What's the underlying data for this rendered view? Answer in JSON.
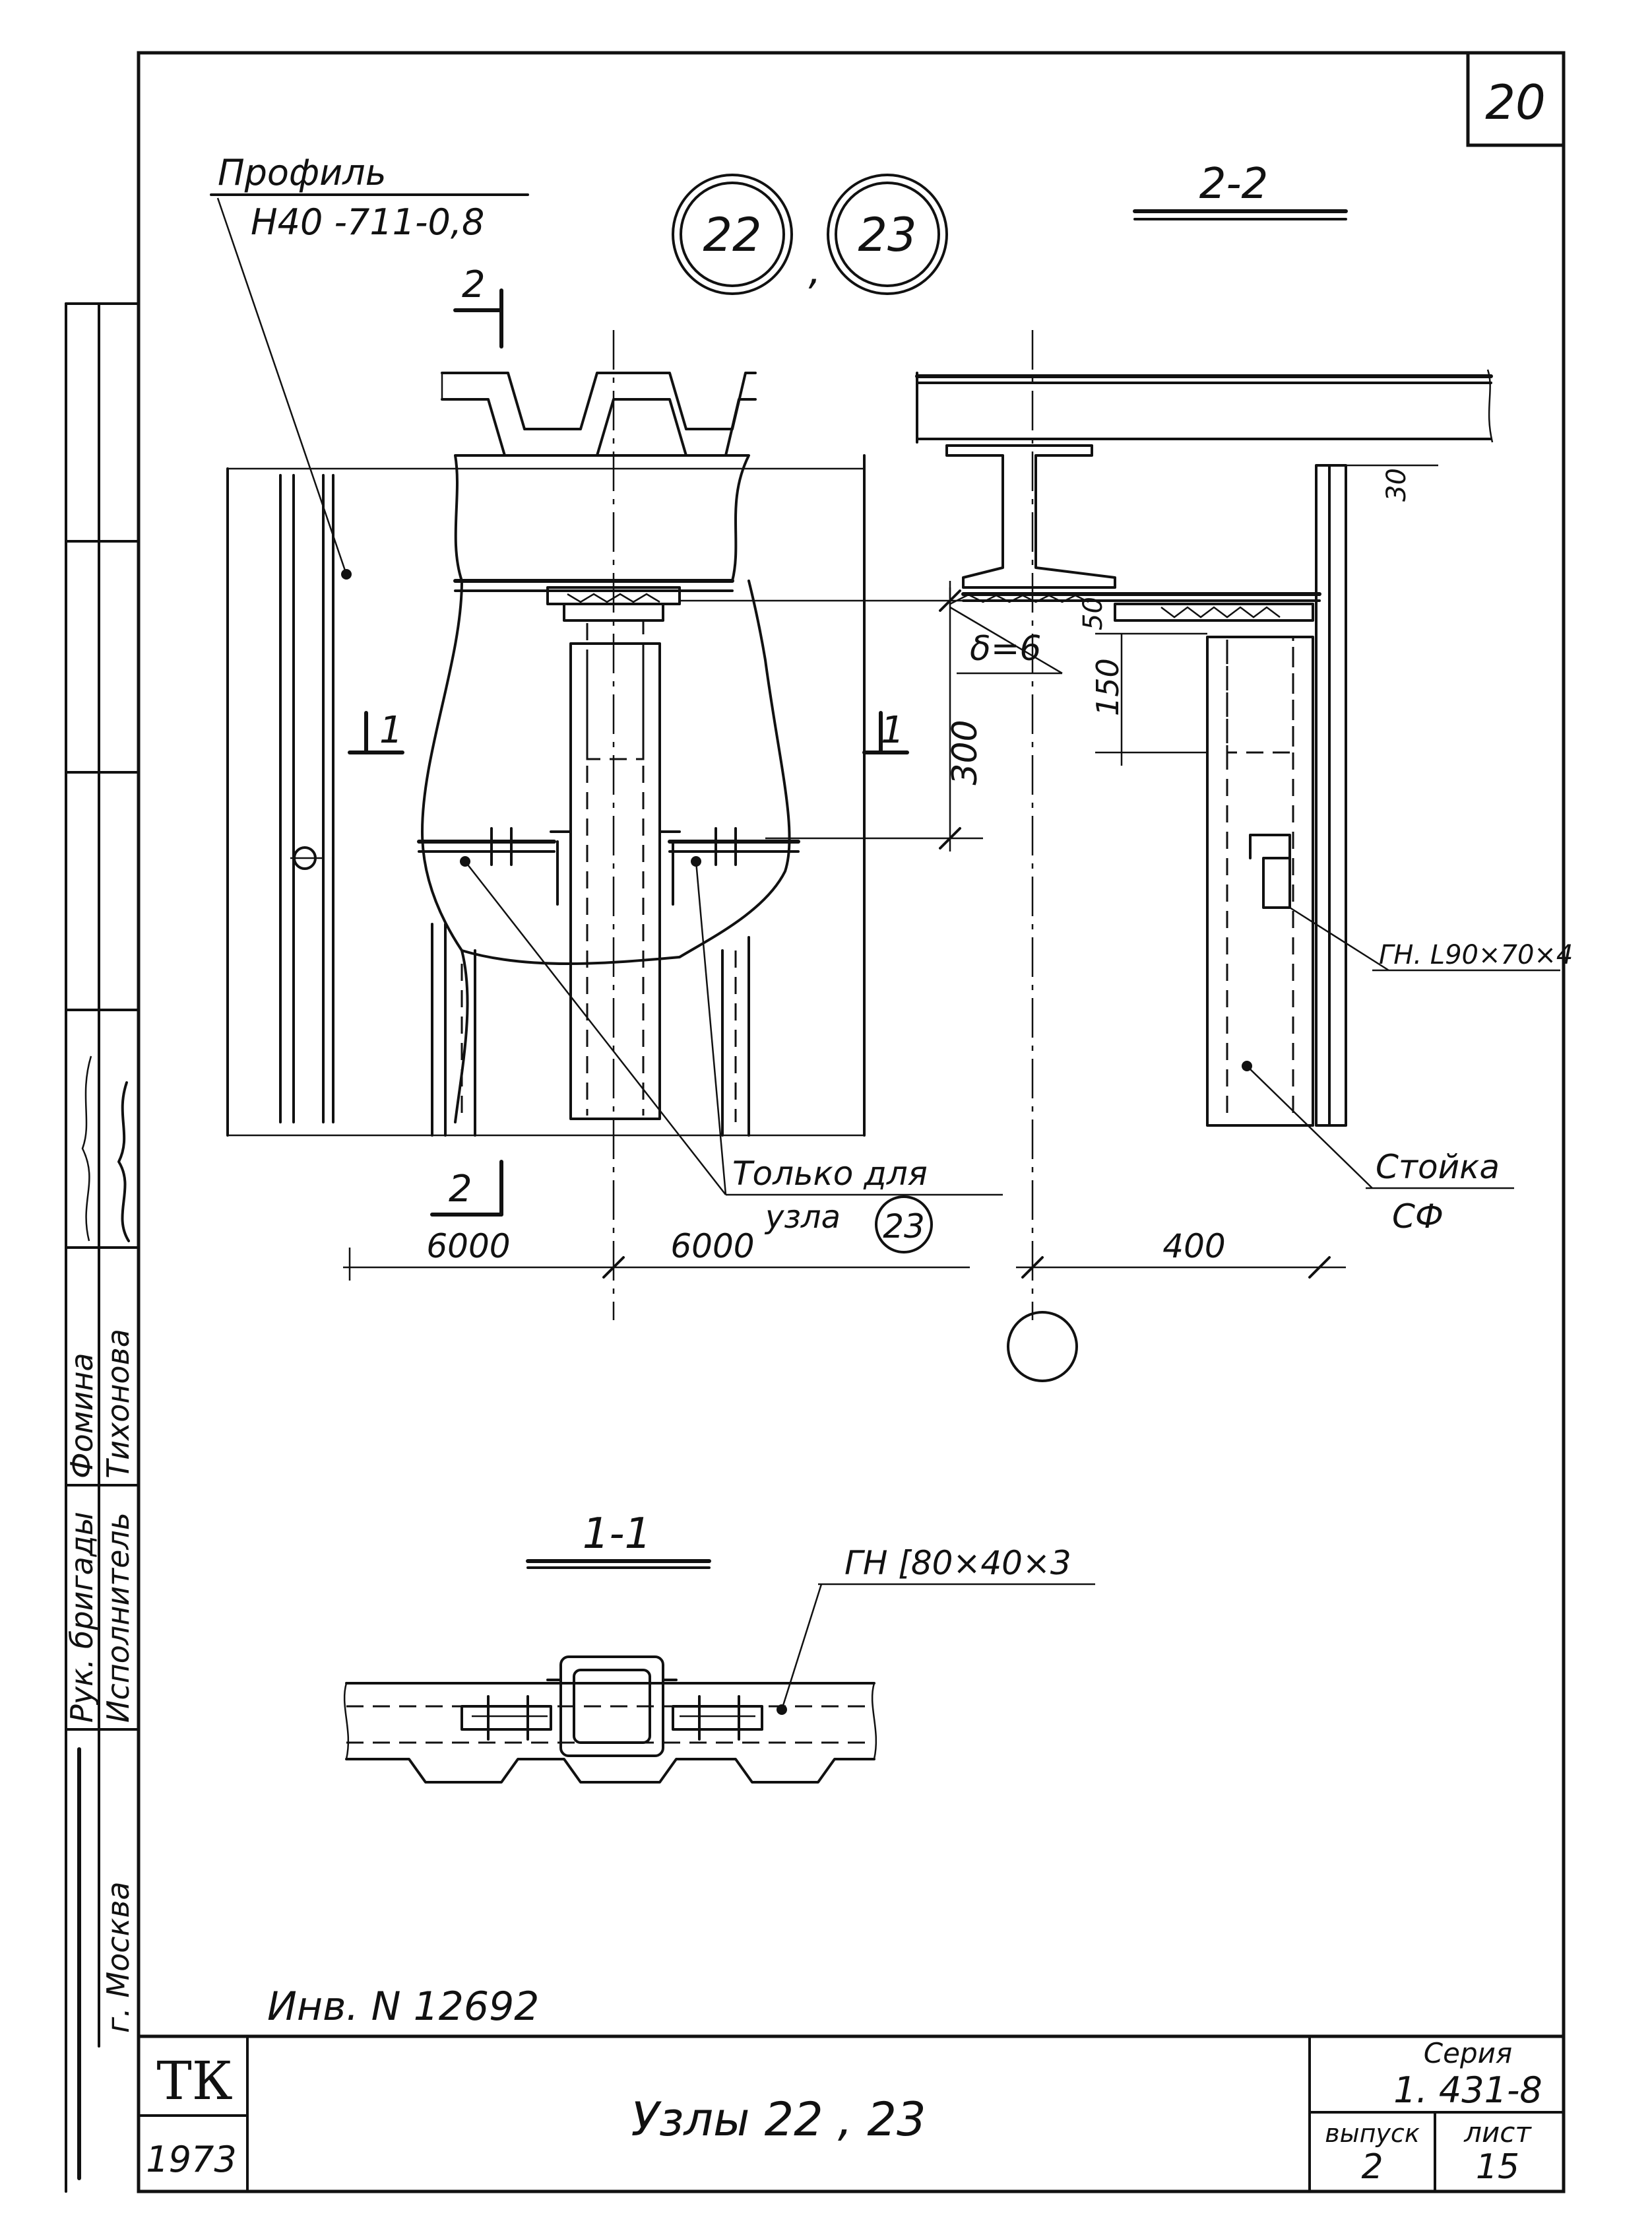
{
  "sheet_number": "20",
  "node_marks": [
    "22",
    "23"
  ],
  "node_separator": ",",
  "section_2_2_title": "2-2",
  "section_1_1_title": "1-1",
  "profile_label_line1": "Профиль",
  "profile_label_line2": "Н40 -711-0,8",
  "cut_mark_2": "2",
  "cut_mark_1": "1",
  "dim_300": "300",
  "dim_6000_left": "6000",
  "dim_6000_right": "6000",
  "dim_400": "400",
  "dim_150": "150",
  "dim_50": "50",
  "dim_30": "30",
  "plate_thickness": "δ=6",
  "bent_angle_label": "ГН. L90×70×4",
  "post_label_line1": "Стойка",
  "post_label_line2": "СФ",
  "only_for_node_line1": "Только для",
  "only_for_node_line2": "узла",
  "only_for_node_ref": "23",
  "channel_label": "ГН [80×40×3",
  "inventory_number": "Инв. N 12692",
  "side_stamp": {
    "org": "г. Москва",
    "role_1": "Рук. бригады",
    "name_1": "Фомина",
    "role_2": "Исполнитель",
    "name_2": "Тихонова"
  },
  "title_block": {
    "org_code": "ТК",
    "year": "1973",
    "title": "Узлы 22 , 23",
    "series_label": "Серия",
    "series_value": "1. 431-8",
    "issue_label": "выпуск",
    "issue_value": "2",
    "sheet_label": "лист",
    "sheet_value": "15"
  }
}
